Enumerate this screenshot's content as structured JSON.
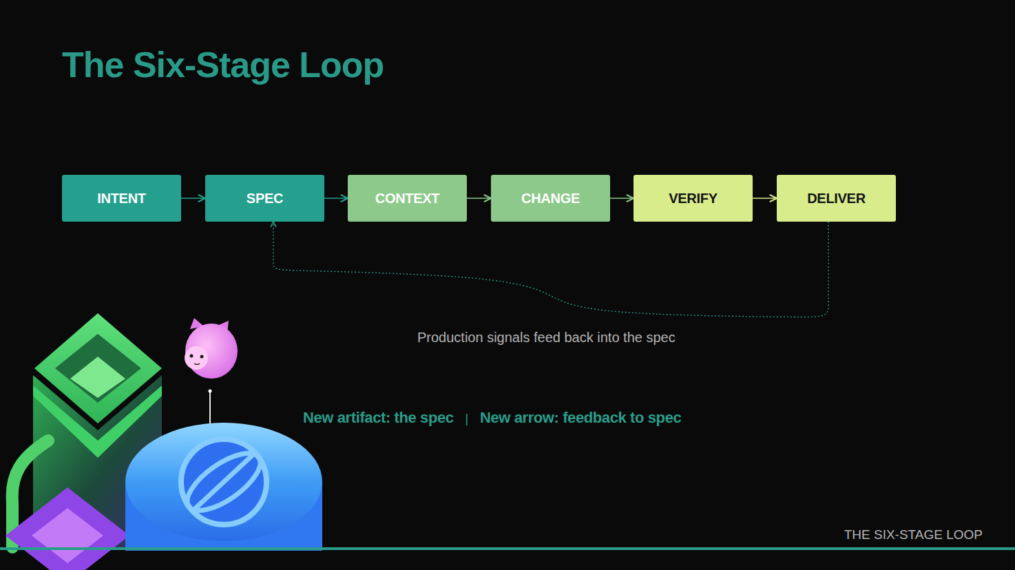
{
  "diagram": {
    "title": "The Six-Stage Loop",
    "nodes": [
      {
        "text": [
          "INTENT"
        ]
      },
      {
        "text": [
          "SPEC"
        ]
      },
      {
        "text": [
          "CONTEXT"
        ]
      },
      {
        "text": [
          "CHANGE"
        ]
      },
      {
        "text": [
          "VERIFY"
        ]
      },
      {
        "text": [
          "DELIVER"
        ]
      }
    ],
    "edges": [
      {
        "from": 0,
        "to": 1,
        "arrow": "to"
      },
      {
        "from": 1,
        "to": 2,
        "arrow": "to"
      },
      {
        "from": 2,
        "to": 3,
        "arrow": "to"
      },
      {
        "from": 3,
        "to": 4,
        "arrow": "to"
      },
      {
        "from": 4,
        "to": 5,
        "arrow": "to"
      },
      {
        "from": 5,
        "to": 1,
        "arrow": "to",
        "label": "Production signals feed back into the spec"
      }
    ],
    "labels": [
      "New artifact: the spec",
      "|",
      "New arrow: feedback to spec",
      "THE SIX-STAGE LOOP"
    ]
  }
}
